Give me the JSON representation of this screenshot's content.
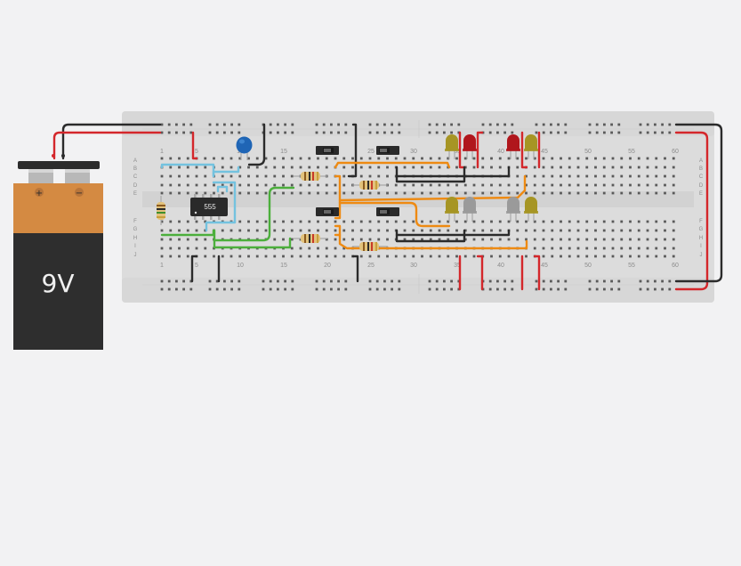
{
  "battery": {
    "voltage_label": "9V",
    "plus_label": "+",
    "minus_label": "−"
  },
  "chip": {
    "label": "555"
  },
  "breadboard": {
    "column_numbers": [
      "1",
      "5",
      "10",
      "15",
      "20",
      "25",
      "30",
      "35",
      "40",
      "45",
      "50",
      "55",
      "60"
    ],
    "row_letters_top": [
      "A",
      "B",
      "C",
      "D",
      "E"
    ],
    "row_letters_bottom": [
      "F",
      "G",
      "H",
      "I",
      "J"
    ]
  },
  "colors": {
    "wire_red": "#d4272b",
    "wire_black": "#2b2b2b",
    "wire_orange": "#ee8a12",
    "wire_green": "#4caf3c",
    "wire_cyan": "#74c2df",
    "led_yellow": "#a69524",
    "led_red": "#b0161c",
    "led_grey": "#9a9a9a",
    "capacitor_blue": "#1f65b5",
    "battery_orange": "#d48a42",
    "battery_black": "#2e2e2e"
  }
}
